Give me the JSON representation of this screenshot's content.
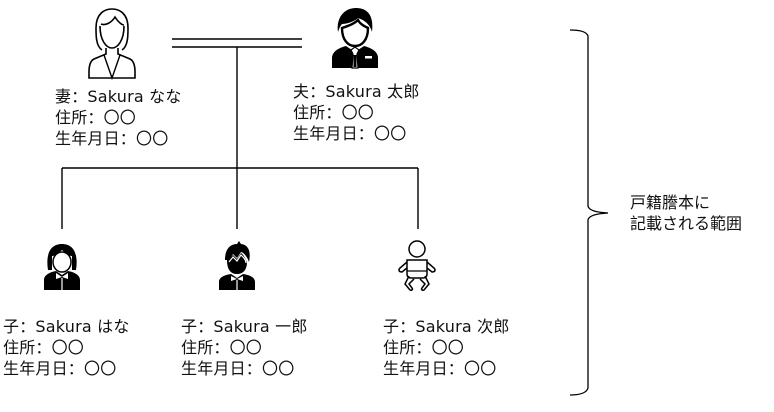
{
  "title": "戸籍謄本 family tree diagram",
  "persons": {
    "wife": {
      "role": "妻",
      "name_line": "妻：Sakura なな",
      "address_line": "住所：〇〇",
      "birthday_line": "生年月日：〇〇",
      "icon": "woman-icon"
    },
    "husband": {
      "role": "夫",
      "name_line": "夫：Sakura 太郎",
      "address_line": "住所：〇〇",
      "birthday_line": "生年月日：〇〇",
      "icon": "man-in-suit-icon"
    },
    "child1": {
      "role": "子",
      "name_line": "子：Sakura はな",
      "address_line": "住所：〇〇",
      "birthday_line": "生年月日：〇〇",
      "icon": "girl-icon"
    },
    "child2": {
      "role": "子",
      "name_line": "子：Sakura 一郎",
      "address_line": "住所：〇〇",
      "birthday_line": "生年月日：〇〇",
      "icon": "boy-icon"
    },
    "child3": {
      "role": "子",
      "name_line": "子：Sakura 次郎",
      "address_line": "住所：〇〇",
      "birthday_line": "生年月日：〇〇",
      "icon": "baby-icon"
    }
  },
  "bracket_note": {
    "line1": "戸籍謄本に",
    "line2": "記載される範囲",
    "icon": "right-curly-brace-icon"
  },
  "relations": {
    "marriage": "double-line",
    "children_connector": "tree-line"
  }
}
